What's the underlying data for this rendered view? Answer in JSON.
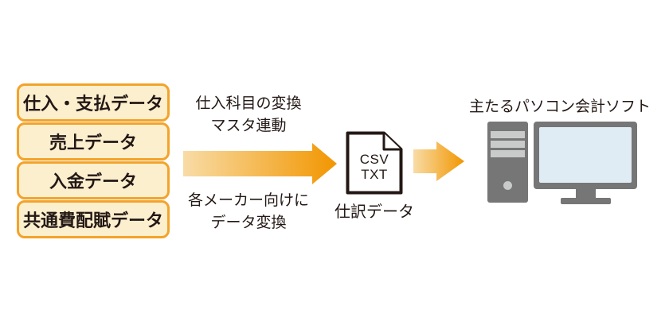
{
  "diagram_title": "",
  "colors": {
    "box_border": "#F3A32A",
    "box_fill": "#FCEFCE",
    "arrow_gradient_start": "#F8DCA6",
    "arrow_gradient_end": "#F29600",
    "ink": "#231815",
    "device_gray": "#767676",
    "device_light_gray": "#C9CACA",
    "screen_blue": "#DFECF4",
    "background": "#FFFFFF"
  },
  "source_boxes": [
    {
      "label": "仕入・支払データ"
    },
    {
      "label": "売上データ"
    },
    {
      "label": "入金データ"
    },
    {
      "label": "共通費配賦データ"
    }
  ],
  "arrow1": {
    "label_above_line1": "仕入科目の変換",
    "label_above_line2": "マスタ連動",
    "label_below_line1": "各メーカー向けに",
    "label_below_line2": "データ変換"
  },
  "file": {
    "format_line1": "CSV",
    "format_line2": "TXT",
    "caption": "仕訳データ"
  },
  "computer": {
    "label": "主たるパソコン会計ソフト"
  }
}
